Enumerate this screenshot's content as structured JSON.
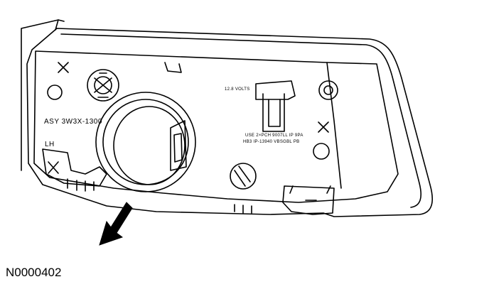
{
  "labels": {
    "assembly_number": "ASY 3W3X-1300",
    "side": "LH",
    "volts": "12.8 VOLTS",
    "bulb_spec_line1": "USE 2×PCH 9007LL IP 9PA",
    "bulb_spec_line2": "HB3 IP-13940 VBSGBL PB",
    "reference_code": "N0000402"
  },
  "colors": {
    "line": "#000000",
    "background": "#ffffff"
  },
  "icons": {
    "pointer": "arrow-icon"
  }
}
